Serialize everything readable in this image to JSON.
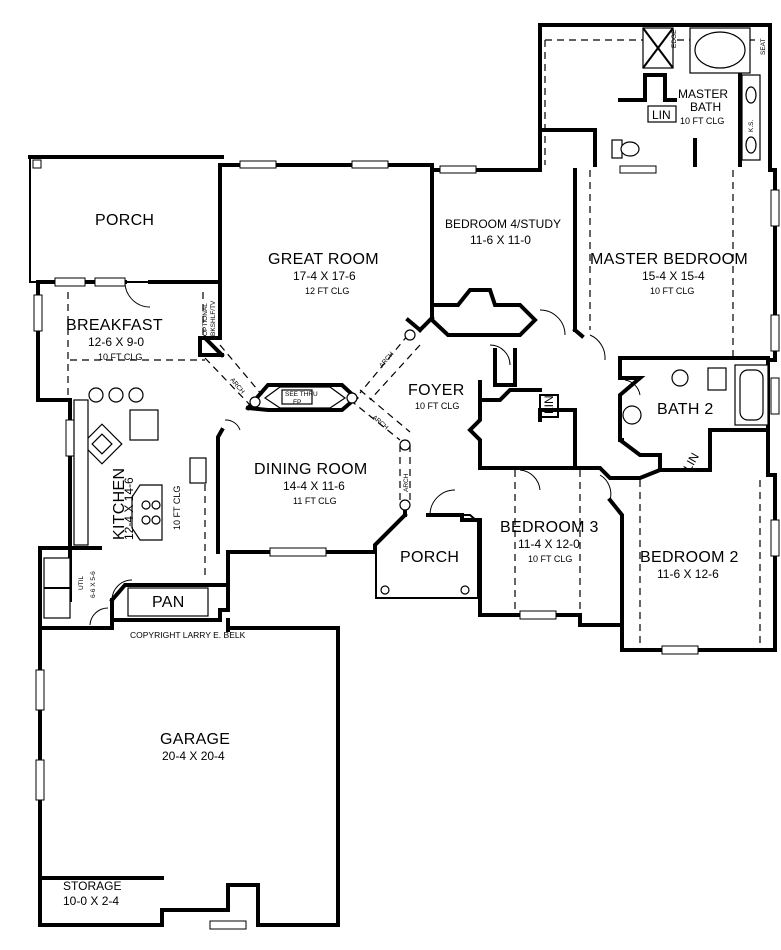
{
  "plan": {
    "copyright": "COPYRIGHT LARRY E. BELK",
    "rooms": {
      "master_bath": {
        "name_line1": "MASTER",
        "name_line2": "BATH",
        "clg": "10 FT CLG"
      },
      "porch_left": {
        "name": "PORCH"
      },
      "great_room": {
        "name": "GREAT ROOM",
        "dims": "17-4 X 17-6",
        "clg": "12 FT CLG"
      },
      "bedroom4": {
        "name": "BEDROOM 4/STUDY",
        "dims": "11-6 X 11-0"
      },
      "master_bedroom": {
        "name": "MASTER BEDROOM",
        "dims": "15-4 X 15-4",
        "clg": "10 FT CLG"
      },
      "breakfast": {
        "name": "BREAKFAST",
        "dims": "12-6 X 9-0",
        "clg": "10 FT CLG"
      },
      "foyer": {
        "name": "FOYER",
        "clg": "10 FT CLG"
      },
      "bath2": {
        "name": "BATH 2"
      },
      "dining_room": {
        "name": "DINING ROOM",
        "dims": "14-4 X 11-6",
        "clg": "11 FT CLG"
      },
      "kitchen": {
        "name": "KITCHEN",
        "dims": "12-4 X 14-6",
        "clg": "10 FT CLG"
      },
      "bedroom3": {
        "name": "BEDROOM 3",
        "dims": "11-4 X 12-0",
        "clg": "10 FT CLG"
      },
      "bedroom2": {
        "name": "BEDROOM 2",
        "dims": "11-6 X 12-6"
      },
      "porch_front": {
        "name": "PORCH"
      },
      "util": {
        "name": "UTIL",
        "dims": "6-6 X 5-6"
      },
      "pantry": {
        "name": "PAN"
      },
      "garage": {
        "name": "GARAGE",
        "dims": "20-4 X 20-4"
      },
      "storage": {
        "name": "STORAGE",
        "dims": "10-0 X 2-4"
      }
    },
    "labels": {
      "lin": "LIN",
      "fireplace_line1": "SEE THRU",
      "fireplace_line2": "FP",
      "arch": "ARCH",
      "optional_line1": "OPTIONAL",
      "optional_line2": "BKSHLF/TV",
      "edge": "EDGE",
      "seat": "SEAT",
      "ks": "K.S."
    }
  }
}
